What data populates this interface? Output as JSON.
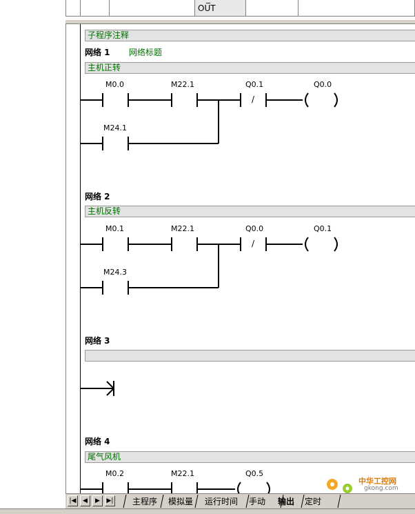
{
  "var_table": {
    "row_value": "OUT",
    "row_top_value": "_"
  },
  "program_comment": "子程序注释",
  "networks": [
    {
      "title": "网络 1",
      "subtitle": "网络标题",
      "comment": "主机正转",
      "contacts": [
        "M0.0",
        "M22.1",
        "Q0.1",
        "M24.1"
      ],
      "coil": "Q0.0",
      "negation": "/"
    },
    {
      "title": "网络 2",
      "comment": "主机反转",
      "contacts": [
        "M0.1",
        "M22.1",
        "Q0.0",
        "M24.3"
      ],
      "coil": "Q0.1",
      "negation": "/"
    },
    {
      "title": "网络 3",
      "comment": ""
    },
    {
      "title": "网络 4",
      "comment": "尾气风机",
      "contacts": [
        "M0.2",
        "M22.1"
      ],
      "coil": "Q0.5"
    }
  ],
  "tabs": [
    "主程序",
    "模拟量",
    "运行时间",
    "手动",
    "输出",
    "定时"
  ],
  "active_tab": "输出",
  "nav_buttons": [
    "first",
    "prev",
    "next",
    "last"
  ],
  "watermark": {
    "title": "中华工控网",
    "url": "gkong.com"
  },
  "colors": {
    "comment_text": "#007000",
    "comment_bar": "#e3e3e3",
    "chrome": "#d4d0c8"
  }
}
